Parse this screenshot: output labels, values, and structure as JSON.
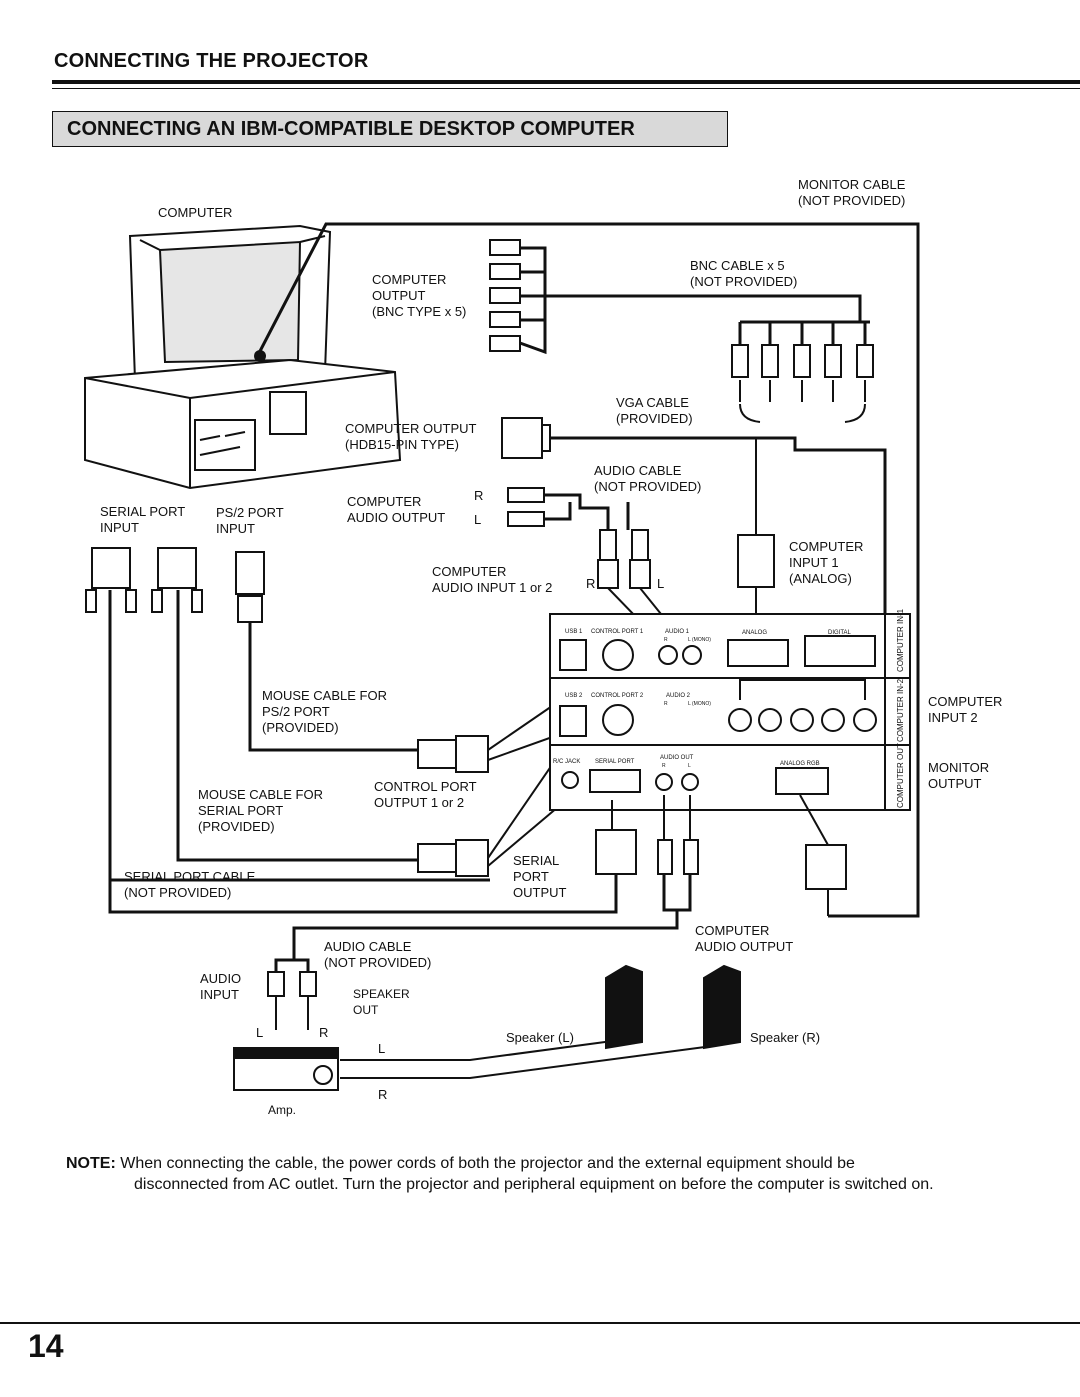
{
  "header": {
    "section_title": "CONNECTING THE PROJECTOR",
    "subtitle": "CONNECTING AN IBM-COMPATIBLE DESKTOP COMPUTER"
  },
  "diagram": {
    "labels": {
      "computer": "COMPUTER",
      "monitor_cable": [
        "MONITOR CABLE",
        "(NOT PROVIDED)"
      ],
      "computer_output_bnc": [
        "COMPUTER",
        "OUTPUT",
        "(BNC TYPE x 5)"
      ],
      "bnc_cable": [
        "BNC CABLE x 5",
        "(NOT PROVIDED)"
      ],
      "vga_cable": [
        "VGA CABLE",
        "(PROVIDED)"
      ],
      "computer_output_hdb": [
        "COMPUTER OUTPUT",
        "(HDB15-PIN TYPE)"
      ],
      "audio_cable_top": [
        "AUDIO CABLE",
        "(NOT PROVIDED)"
      ],
      "serial_port_input": [
        "SERIAL PORT",
        "INPUT"
      ],
      "ps2_port_input": [
        "PS/2 PORT",
        "INPUT"
      ],
      "computer_audio_output": [
        "COMPUTER",
        "AUDIO OUTPUT"
      ],
      "r_top": "R",
      "l_top": "L",
      "computer_audio_input": [
        "COMPUTER",
        "AUDIO INPUT 1 or 2"
      ],
      "r_mid": "R",
      "l_mid": "L",
      "computer_input_1": [
        "COMPUTER",
        "INPUT 1",
        "(ANALOG)"
      ],
      "computer_input_2": [
        "COMPUTER",
        "INPUT 2"
      ],
      "monitor_output": [
        "MONITOR",
        "OUTPUT"
      ],
      "mouse_cable_ps2": [
        "MOUSE CABLE FOR",
        "PS/2 PORT",
        "(PROVIDED)"
      ],
      "mouse_cable_serial": [
        "MOUSE CABLE FOR",
        "SERIAL PORT",
        "(PROVIDED)"
      ],
      "control_port_output": [
        "CONTROL PORT",
        "OUTPUT 1 or 2"
      ],
      "serial_port_cable": [
        "SERIAL PORT CABLE",
        "(NOT PROVIDED)"
      ],
      "serial_port_output": [
        "SERIAL",
        "PORT",
        "OUTPUT"
      ],
      "computer_audio_output_bottom": [
        "COMPUTER",
        "AUDIO OUTPUT"
      ],
      "audio_cable_bottom": [
        "AUDIO CABLE",
        "(NOT PROVIDED)"
      ],
      "audio_input": [
        "AUDIO",
        "INPUT"
      ],
      "speaker_out": [
        "SPEAKER",
        "OUT"
      ],
      "l_amp": "L",
      "r_amp": "R",
      "l_speaker": "L",
      "r_speaker": "R",
      "speaker_l": "Speaker (L)",
      "speaker_r": "Speaker (R)",
      "amp": "Amp."
    },
    "panel_labels": {
      "usb1": "USB 1",
      "control_port1": "CONTROL PORT 1",
      "audio1": "AUDIO 1",
      "r1": "R",
      "l_mono1": "L (MONO)",
      "analog": "ANALOG",
      "digital": "DIGITAL",
      "computer_in1": "COMPUTER IN-1",
      "usb2": "USB 2",
      "control_port2": "CONTROL PORT 2",
      "audio2": "AUDIO 2",
      "r2": "R",
      "l_mono2": "L (MONO)",
      "computer_in2": "COMPUTER IN-2",
      "rc_jack": "R/C JACK",
      "serial_port": "SERIAL PORT",
      "audio_out": "AUDIO OUT",
      "r3": "R",
      "l3": "L",
      "analog_rgb": "ANALOG RGB",
      "computer_out": "COMPUTER OUT"
    }
  },
  "note": {
    "label": "NOTE:",
    "line1": "When connecting the cable, the power cords of both the projector and the external equipment should be",
    "line2": "disconnected from AC outlet. Turn the projector and peripheral equipment on before the computer is switched on."
  },
  "page_number": "14"
}
